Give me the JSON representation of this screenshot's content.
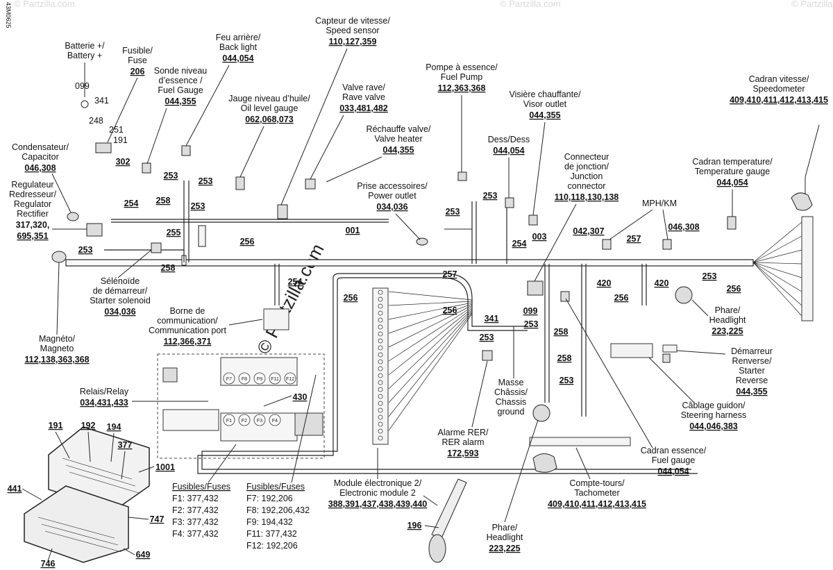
{
  "sheet_code": "43M0625",
  "watermark": "© Partzilla.com",
  "components": {
    "battery": {
      "fr": "Batterie +/",
      "en": "Battery +",
      "part": "099",
      "part2": "341"
    },
    "fuse": {
      "fr": "Fusible/",
      "en": "Fuse",
      "codes": "206",
      "p248": "248",
      "p251": "251",
      "p191": "191"
    },
    "fuel_gauge_sender": {
      "fr1": "Sonde niveau",
      "fr2": "d’essence /",
      "en": "Fuel Gauge",
      "codes": "044,355"
    },
    "back_light": {
      "fr": "Feu arrière/",
      "en": "Back light",
      "codes": "044,054"
    },
    "speed_sensor": {
      "fr": "Capteur de vitesse/",
      "en": "Speed sensor",
      "codes": "110,127,359"
    },
    "oil_gauge": {
      "fr": "Jauge niveau d’huile/",
      "en": "Oil level gauge",
      "codes": "062,068,073"
    },
    "rave_valve": {
      "fr": "Valve rave/",
      "en": "Rave valve",
      "codes": "033,481,482"
    },
    "valve_heater": {
      "fr": "Réchauffe valve/",
      "en": "Valve heater",
      "codes": "044,355"
    },
    "fuel_pump": {
      "fr": "Pompe à essence/",
      "en": "Fuel Pump",
      "codes": "112,363,368"
    },
    "visor_outlet": {
      "fr": "Visière chauffante/",
      "en": "Visor outlet",
      "codes": "044,355"
    },
    "dess": {
      "fr": "Dess/Dess",
      "codes": "044,054"
    },
    "power_outlet": {
      "fr": "Prise accessoires/",
      "en": "Power outlet",
      "codes": "034,036"
    },
    "junction": {
      "fr1": "Connecteur",
      "fr2": "de jonction/",
      "en": "Junction",
      "en2": "connector",
      "codes": "110,118,130,138"
    },
    "speedometer": {
      "fr": "Cadran vitesse/",
      "en": "Speedometer",
      "codes": "409,410,411,412,413,415"
    },
    "temp_gauge": {
      "fr": "Cadran temperature/",
      "en": "Temperature gauge",
      "codes": "044,054"
    },
    "mph_km": {
      "label": "MPH/KM",
      "left": "042,307",
      "right": "046,308"
    },
    "capacitor": {
      "fr": "Condensateur/",
      "en": "Capacitor",
      "codes": "046,308"
    },
    "regulator": {
      "l1": "Regulateur",
      "l2": "Redresseur/",
      "l3": "Regulator",
      "l4": "Rectifier",
      "codes1": "317,320,",
      "codes2": "695,351"
    },
    "starter_solenoid": {
      "fr1": "Sélénoïde",
      "fr2": "de démarreur/",
      "en": "Starter solenoid",
      "codes": "034,036"
    },
    "magneto": {
      "fr": "Magnéto/",
      "en": "Magneto",
      "codes": "112,138,363,368"
    },
    "comm_port": {
      "fr1": "Borne de",
      "fr2": "communication/",
      "en": "Communication port",
      "codes": "112,366,371"
    },
    "relay": {
      "fr": "Relais/Relay",
      "codes": "034,431,433"
    },
    "headlight_right": {
      "fr": "Phare/",
      "en": "Headlight",
      "codes": "223,225"
    },
    "starter_reverse": {
      "l1": "Démarreur",
      "l2": "Renverse/",
      "l3": "Starter",
      "l4": "Reverse",
      "codes": "044,355"
    },
    "steering_harness": {
      "fr": "Câblage guidon/",
      "en": "Steering harness",
      "codes": "044,046,383"
    },
    "fuel_gauge": {
      "fr": "Cadran essence/",
      "en": "Fuel gauge",
      "codes": "044,054"
    },
    "tachometer": {
      "fr": "Compte-tours/",
      "en": "Tachometer",
      "codes": "409,410,411,412,413,415"
    },
    "headlight_bottom": {
      "fr": "Phare/",
      "en": "Headlight",
      "codes": "223,225"
    },
    "chassis_ground": {
      "l1": "Masse",
      "l2": "Châssis/",
      "l3": "Chassis",
      "l4": "ground"
    },
    "rer_alarm": {
      "fr": "Alarme RER/",
      "en": "RER alarm",
      "codes": "172,593"
    },
    "ecm2": {
      "fr": "Module électronique 2/",
      "en": "Electronic module 2",
      "codes": "388,391,437,438,439,440"
    }
  },
  "fuses_left": {
    "title": "Fusibles/Fuses",
    "items": [
      "F1: 377,432",
      "F2: 377,432",
      "F3: 377,432",
      "F4: 377,432"
    ]
  },
  "fuses_right": {
    "title": "Fusibles/Fuses",
    "items": [
      "F7: 192,206",
      "F8: 192,206,432",
      "F9: 194,432",
      "F11: 377,432",
      "F12: 192,206"
    ]
  },
  "fuse_box": {
    "p191": "191",
    "p192": "192",
    "p194": "194",
    "p377": "377",
    "p1001": "1001",
    "p441": "441",
    "p747": "747",
    "p746": "746",
    "p649": "649",
    "p196": "196",
    "p430": "430"
  },
  "fuse_slots": {
    "top": [
      "F7",
      "F8",
      "F9",
      "F11",
      "F12"
    ],
    "bottom": [
      "F1",
      "F2",
      "F3",
      "F4"
    ]
  },
  "harness_refs": {
    "r254a": "254",
    "r253a": "253",
    "r253b": "253",
    "r258a": "258",
    "r253c": "253",
    "r255": "255",
    "r256a": "256",
    "r253d": "253",
    "r258b": "258",
    "r001": "001",
    "r254b": "254",
    "r256b": "256",
    "r253e": "253",
    "r253f": "253",
    "r254c": "254",
    "r003": "003",
    "r257a": "257",
    "r257b": "257",
    "r420a": "420",
    "r420b": "420",
    "r253g": "253",
    "r256c": "256",
    "r256d": "256",
    "r256e": "256",
    "r099b": "099",
    "r341b": "341",
    "r253h": "253",
    "r253i": "253",
    "r258c": "258",
    "r258d": "258",
    "r253j": "253",
    "r302": "302"
  }
}
